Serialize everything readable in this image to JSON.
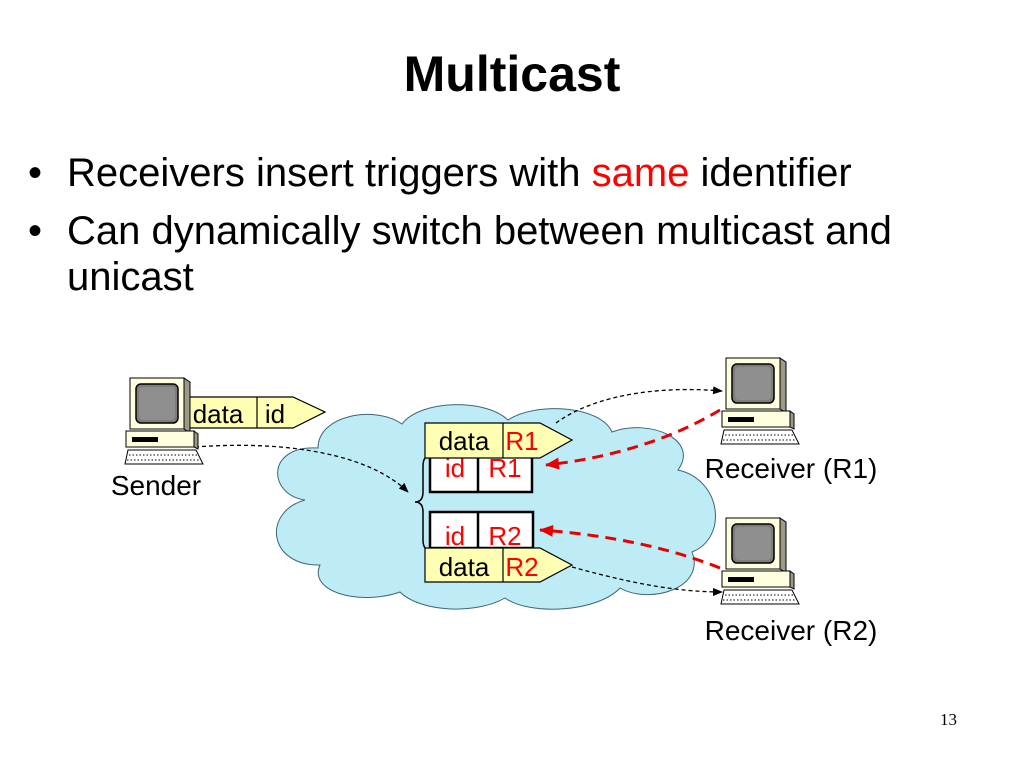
{
  "slide": {
    "title": "Multicast",
    "bullet_symbol": "•",
    "bullets": [
      {
        "before": "Receivers insert triggers with ",
        "highlight": "same",
        "after": " identifier"
      },
      {
        "text": "Can dynamically switch between multicast and unicast"
      }
    ],
    "page_number": "13"
  },
  "diagram": {
    "sender": {
      "label": "Sender",
      "icon": "computer-icon"
    },
    "sender_packet": {
      "data": "data",
      "id": "id"
    },
    "triggers": [
      {
        "id": "id",
        "dest": "R1"
      },
      {
        "id": "id",
        "dest": "R2"
      }
    ],
    "forwarded_packets": [
      {
        "data": "data",
        "dest": "R1"
      },
      {
        "data": "data",
        "dest": "R2"
      }
    ],
    "receivers": [
      {
        "label": "Receiver (R1)",
        "icon": "computer-icon"
      },
      {
        "label": "Receiver (R2)",
        "icon": "computer-icon"
      }
    ]
  },
  "colors": {
    "highlight_text": "#ff0000",
    "packet_fill": "#ffffb3",
    "cloud_fill": "#bdecf7",
    "trigger_request_arrow": "#e60000"
  }
}
